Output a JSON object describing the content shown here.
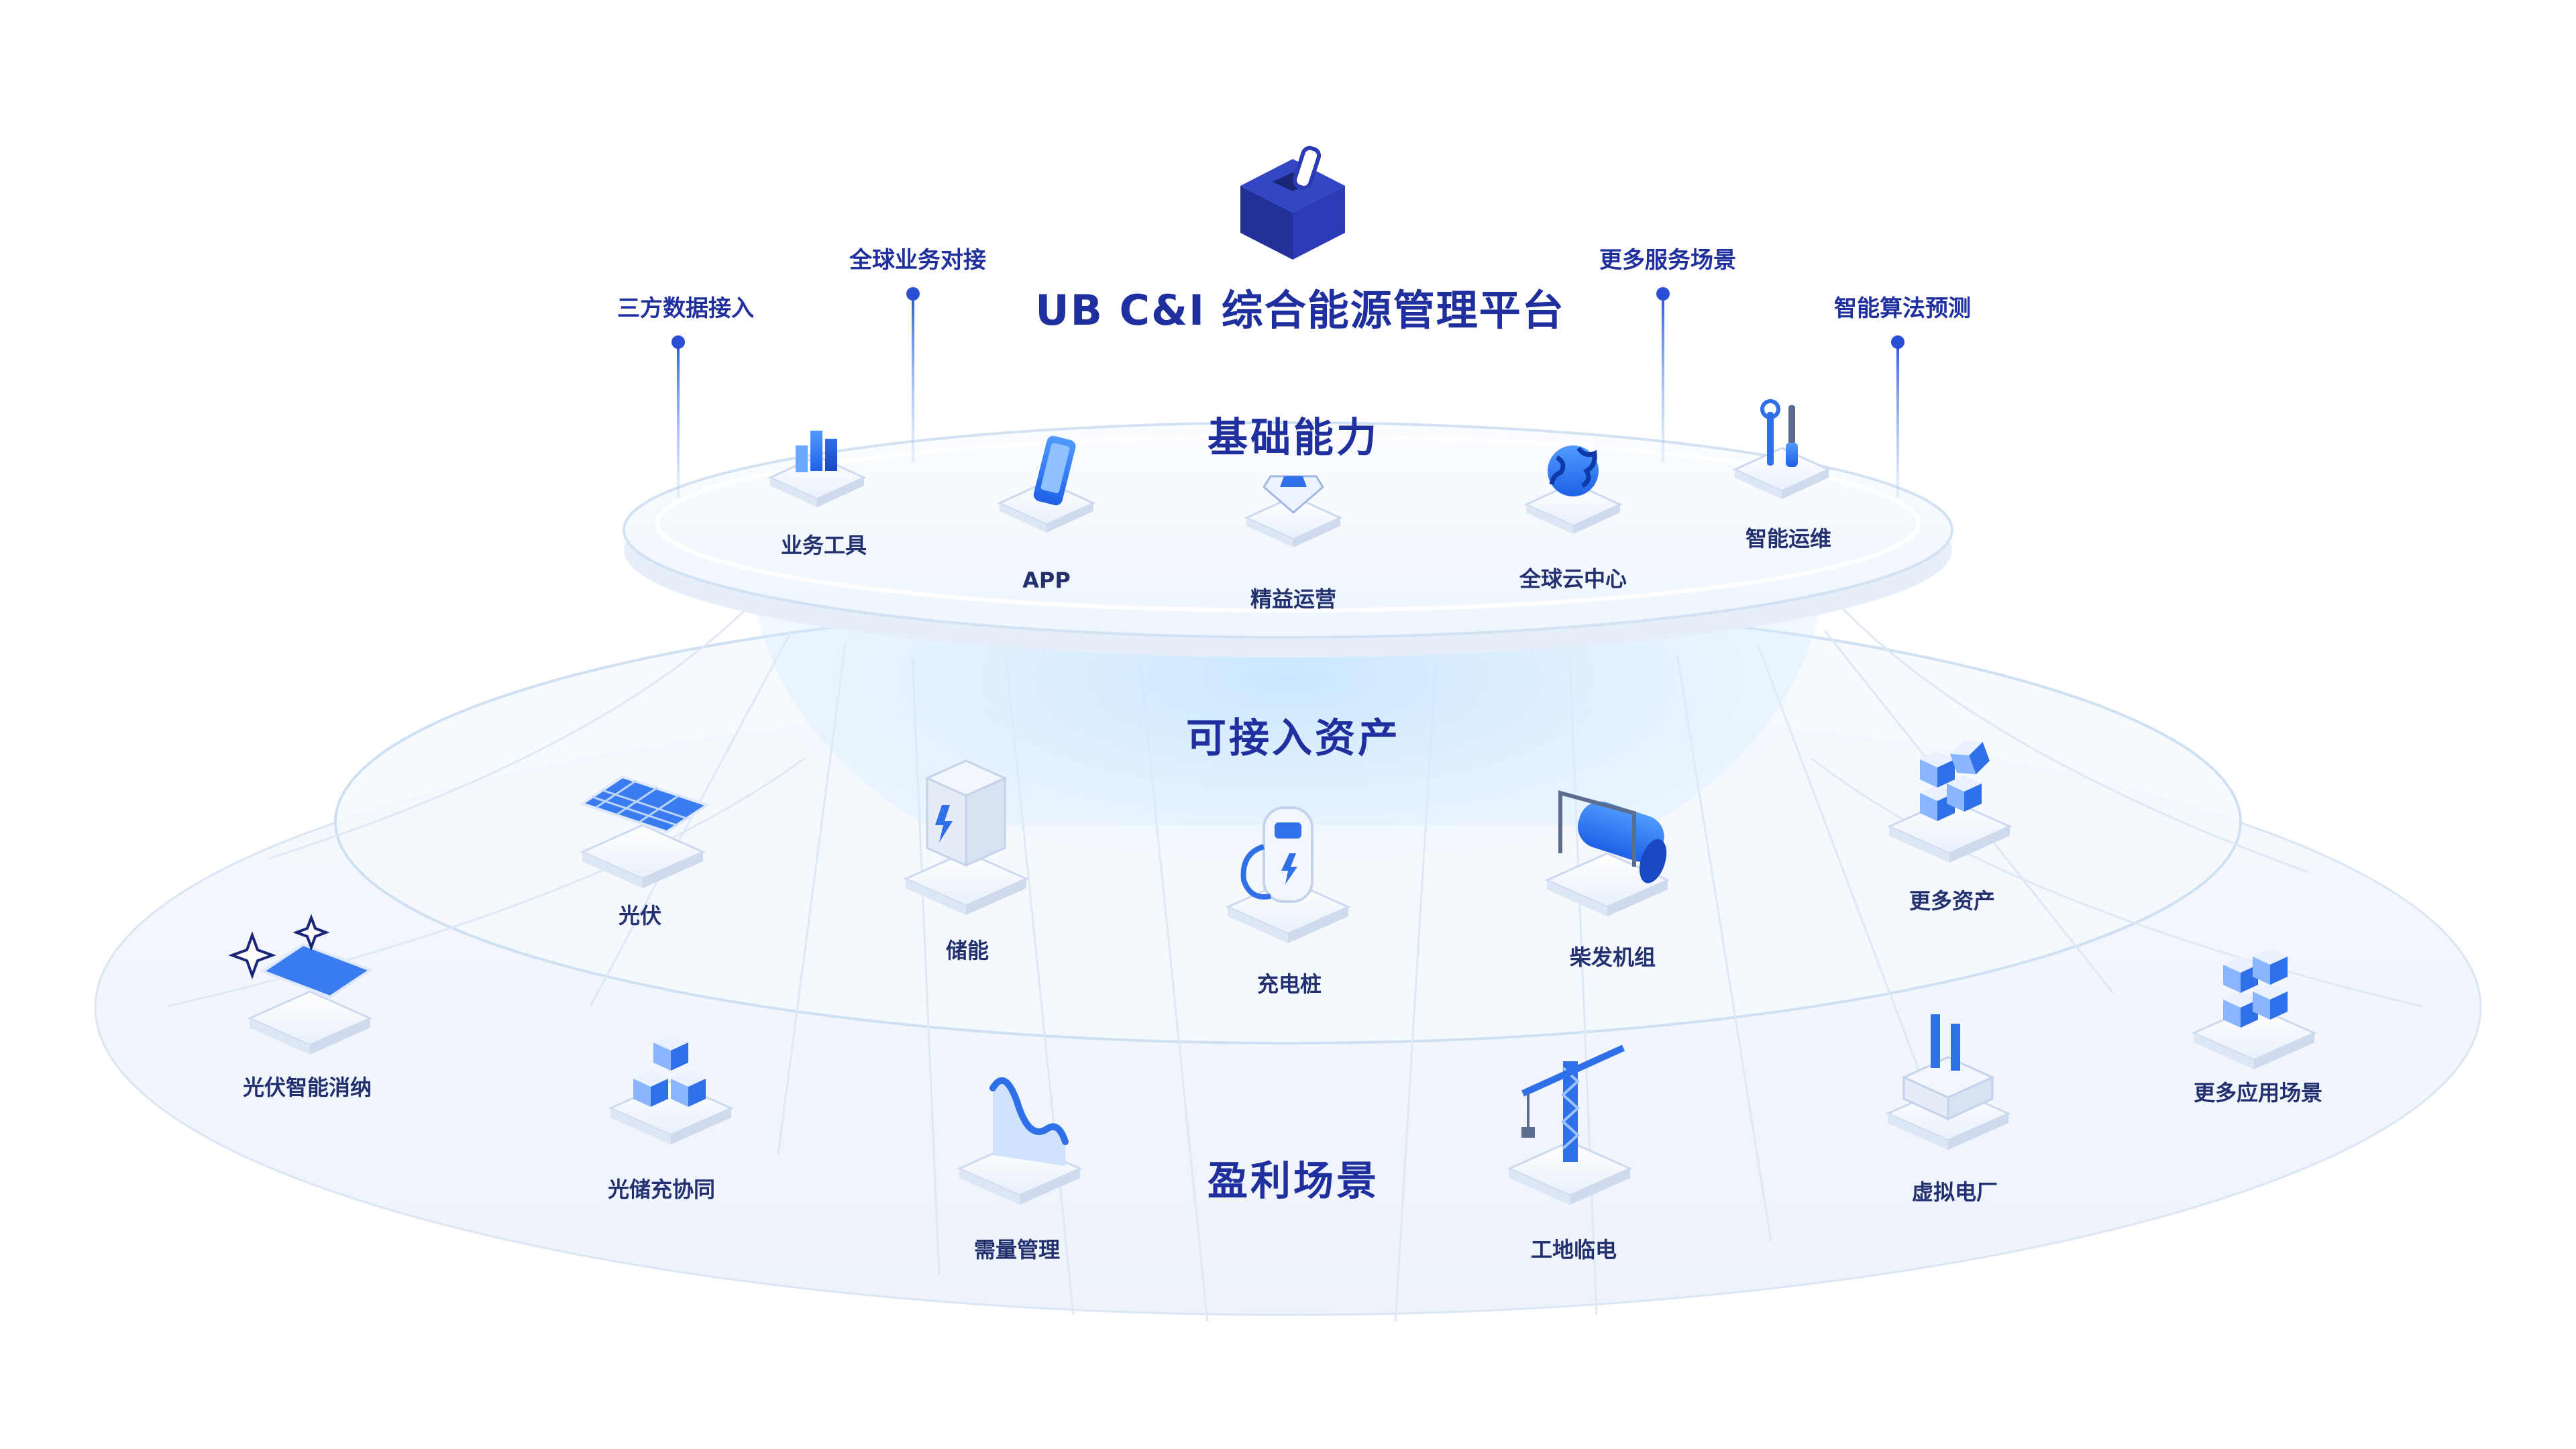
{
  "platform": {
    "title": "UB C&I 综合能源管理平台",
    "logo_icon": "toolbox-icon",
    "accent_color": "#2b3ab5"
  },
  "callouts": [
    {
      "label": "三方数据接入"
    },
    {
      "label": "全球业务对接"
    },
    {
      "label": "更多服务场景"
    },
    {
      "label": "智能算法预测"
    }
  ],
  "tiers": {
    "basic": {
      "title": "基础能力",
      "items": [
        {
          "label": "业务工具",
          "icon": "business-tools-icon"
        },
        {
          "label": "APP",
          "icon": "mobile-app-icon"
        },
        {
          "label": "精益运营",
          "icon": "diamond-icon"
        },
        {
          "label": "全球云中心",
          "icon": "globe-icon"
        },
        {
          "label": "智能运维",
          "icon": "tools-icon"
        }
      ]
    },
    "assets": {
      "title": "可接入资产",
      "items": [
        {
          "label": "光伏",
          "icon": "solar-panel-icon"
        },
        {
          "label": "储能",
          "icon": "battery-cabinet-icon"
        },
        {
          "label": "充电桩",
          "icon": "charging-pile-icon"
        },
        {
          "label": "柴发机组",
          "icon": "diesel-generator-icon"
        },
        {
          "label": "更多资产",
          "icon": "more-assets-cubes-icon"
        }
      ]
    },
    "scenarios": {
      "title": "盈利场景",
      "items": [
        {
          "label": "光伏智能消纳",
          "icon": "solar-sparkle-icon"
        },
        {
          "label": "光储充协同",
          "icon": "cubes-icon"
        },
        {
          "label": "需量管理",
          "icon": "curve-chart-icon"
        },
        {
          "label": "工地临电",
          "icon": "tower-crane-icon"
        },
        {
          "label": "虚拟电厂",
          "icon": "factory-icon"
        },
        {
          "label": "更多应用场景",
          "icon": "more-scenarios-cubes-icon"
        }
      ]
    }
  }
}
